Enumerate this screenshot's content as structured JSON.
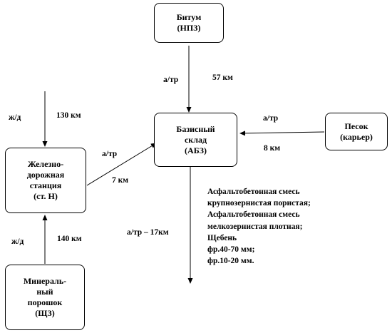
{
  "nodes": {
    "bitum": {
      "line1": "Битум",
      "line2": "(НПЗ)"
    },
    "base": {
      "line1": "Базисный",
      "line2": "склад",
      "line3": "(АБЗ)"
    },
    "sand": {
      "line1": "Песок",
      "line2": "(карьер)"
    },
    "rail_station": {
      "line1": "Железно-",
      "line2": "дорожная",
      "line3": "станция",
      "line4": "(ст. Н)"
    },
    "mineral": {
      "line1": "Минераль-",
      "line2": "ный",
      "line3": "порошок",
      "line4": "(ЩЗ)"
    }
  },
  "edges": {
    "bitum_base": {
      "mode": "а/тр",
      "distance": "57 км"
    },
    "sand_base": {
      "mode": "а/тр",
      "distance": "8 км"
    },
    "rail_in": {
      "mode": "ж/д",
      "distance": "130 км"
    },
    "station_base": {
      "mode": "а/тр",
      "distance": "7 км"
    },
    "mineral_station": {
      "mode": "ж/д",
      "distance": "140 км"
    },
    "base_out": {
      "label": "а/тр – 17км"
    }
  },
  "products": [
    "Асфальтобетонная смесь",
    "крупнозернистая пористая;",
    "Асфальтобетонная смесь",
    "мелкозернистая плотная;",
    "Щебень",
    "фр.40-70 мм;",
    "фр.10-20 мм."
  ],
  "colors": {
    "stroke": "#000000",
    "background": "#ffffff"
  }
}
